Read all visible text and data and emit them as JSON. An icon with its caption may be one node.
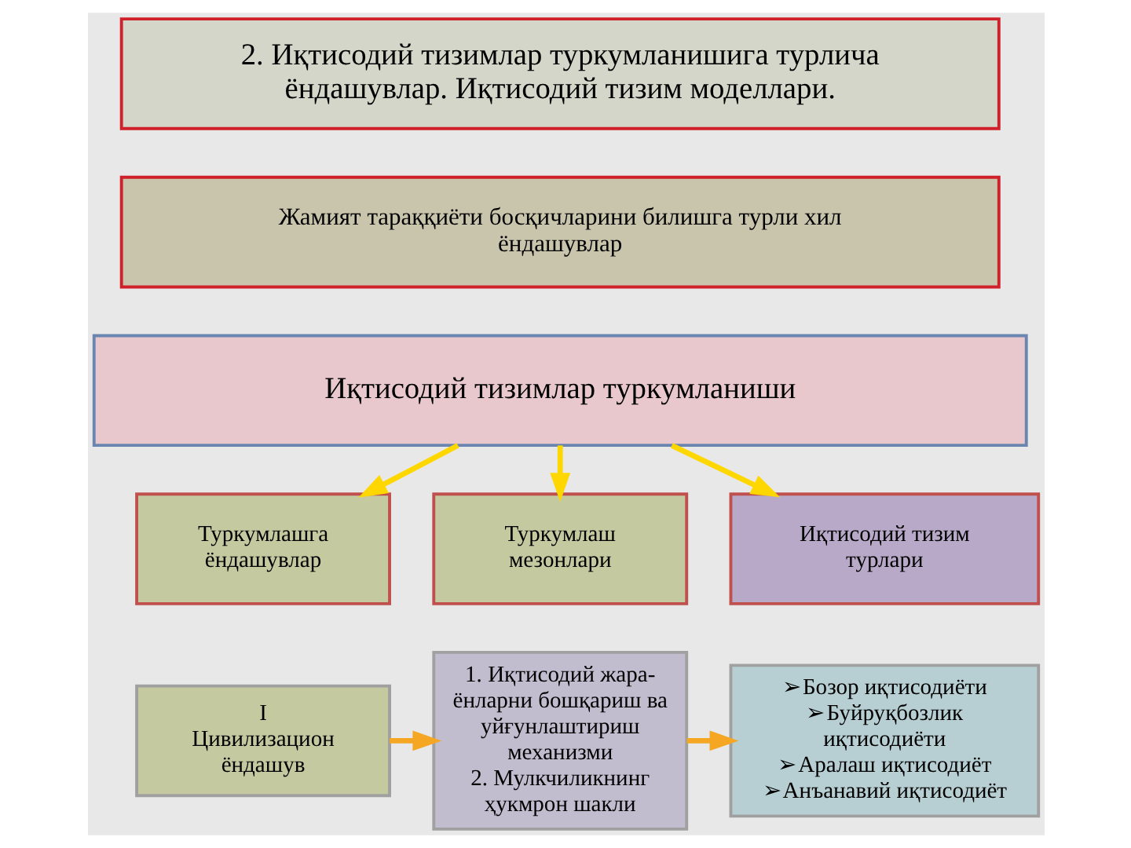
{
  "diagram": {
    "nodes": [
      {
        "text": [
          "2. Иқтисодий тизимлар туркумланишига турлича ёндашувлар. Иқтисодий тизим моделлари."
        ]
      },
      {
        "text": [
          "Жамият тараққиёти босқичларини билишга турли хил ёндашувлар"
        ]
      },
      {
        "text": [
          "Иқтисодий тизимлар туркумланиши"
        ]
      },
      {
        "text": [
          "Туркумлашга ёндашувлар"
        ]
      },
      {
        "text": [
          "Туркумлаш мезонлари"
        ]
      },
      {
        "text": [
          "Иқтисодий тизим турлари"
        ]
      },
      {
        "text": [
          "I",
          "Цивилизацион ёндашув"
        ]
      },
      {
        "text": [
          "1. Иқтисодий жара- ёнларни бошқариш ва уйғунлаштириш механизми",
          "2. Мулкчиликнинг ҳукмрон шакли"
        ]
      },
      {
        "text": [
          "➢Бозор иқтисодиёти",
          "➢Буйруқбозлик иқтисодиёти",
          "➢Аралаш иқтисодиёт",
          "➢Анъанавий иқтисодиёт"
        ]
      }
    ],
    "edges": [
      {
        "from": 2,
        "to": 3,
        "arrow": "to"
      },
      {
        "from": 2,
        "to": 4,
        "arrow": "to"
      },
      {
        "from": 2,
        "to": 5,
        "arrow": "to"
      },
      {
        "from": 6,
        "to": 7,
        "arrow": "to",
        "color": "#f5a623"
      },
      {
        "from": 7,
        "to": 8,
        "arrow": "to",
        "color": "#f5a623"
      }
    ]
  }
}
